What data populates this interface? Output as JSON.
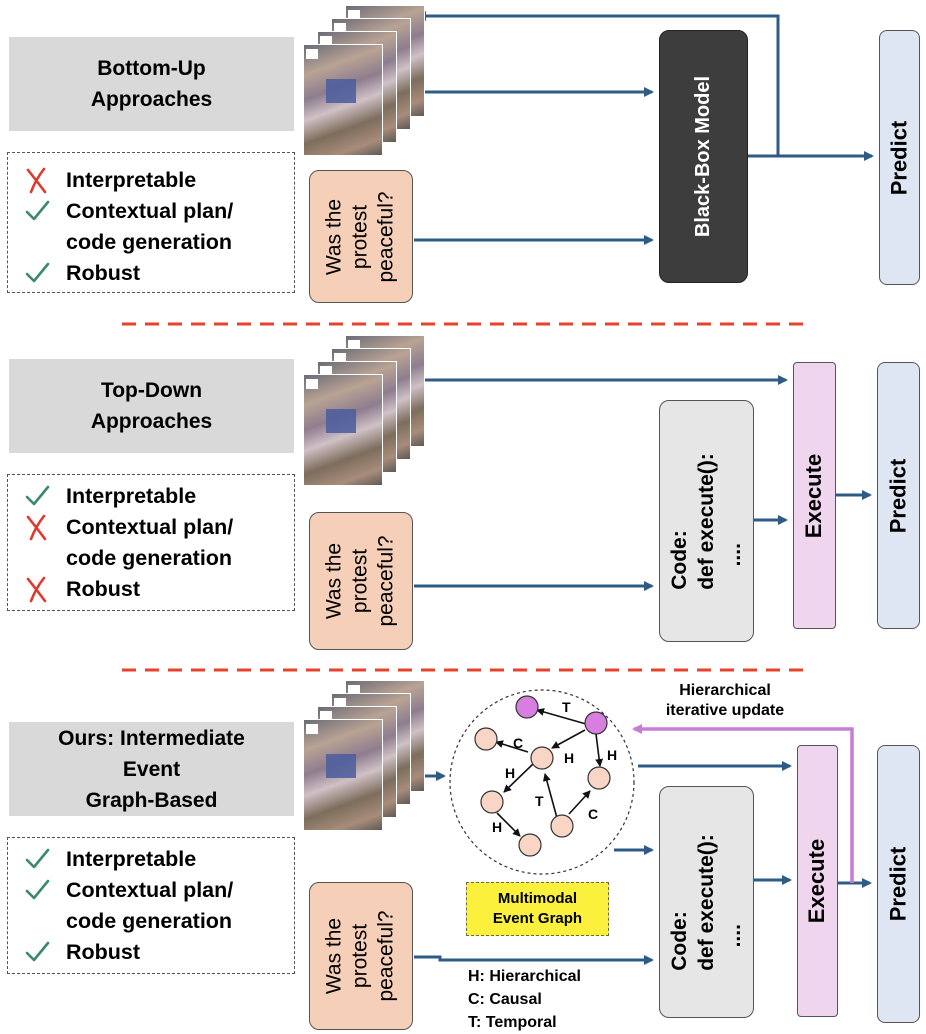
{
  "sections": [
    {
      "title": "Bottom-Up\nApproaches",
      "properties": [
        {
          "mark": "cross",
          "text": "Interpretable"
        },
        {
          "mark": "check",
          "text": "Contextual plan/"
        },
        {
          "mark": "none",
          "text": "code generation"
        },
        {
          "mark": "check",
          "text": "Robust"
        }
      ],
      "question": "Was the\nprotest\npeaceful?",
      "model_label": "Black-Box Model",
      "predict_label": "Predict"
    },
    {
      "title": "Top-Down\nApproaches",
      "properties": [
        {
          "mark": "check",
          "text": "Interpretable"
        },
        {
          "mark": "cross",
          "text": "Contextual plan/"
        },
        {
          "mark": "none",
          "text": "code generation"
        },
        {
          "mark": "cross",
          "text": "Robust"
        }
      ],
      "question": "Was the\nprotest\npeaceful?",
      "code_label": "Code:\ndef execute():\n    ....",
      "execute_label": "Execute",
      "predict_label": "Predict"
    },
    {
      "title": "Ours: Intermediate\nEvent\nGraph-Based",
      "properties": [
        {
          "mark": "check",
          "text": "Interpretable"
        },
        {
          "mark": "check",
          "text": "Contextual plan/"
        },
        {
          "mark": "none",
          "text": "code generation"
        },
        {
          "mark": "check",
          "text": "Robust"
        }
      ],
      "question": "Was the\nprotest\npeaceful?",
      "code_label": "Code:\ndef execute():\n    ....",
      "execute_label": "Execute",
      "predict_label": "Predict",
      "update_label": "Hierarchical\niterative update",
      "graph_box_label": "Multimodal\nEvent Graph",
      "graph_edge_labels": [
        "T",
        "C",
        "H",
        "H",
        "H",
        "T",
        "C",
        "H"
      ],
      "legend": [
        "H: Hierarchical",
        "C: Causal",
        "T: Temporal"
      ]
    }
  ],
  "colors": {
    "arrow": "#2e5b86",
    "separator": "#e8412c",
    "check": "#3a8a6a",
    "cross": "#e3362c",
    "feedback": "#c57dd6",
    "node_purple": "#d77fe0",
    "node_peach": "#f8d5c4"
  }
}
